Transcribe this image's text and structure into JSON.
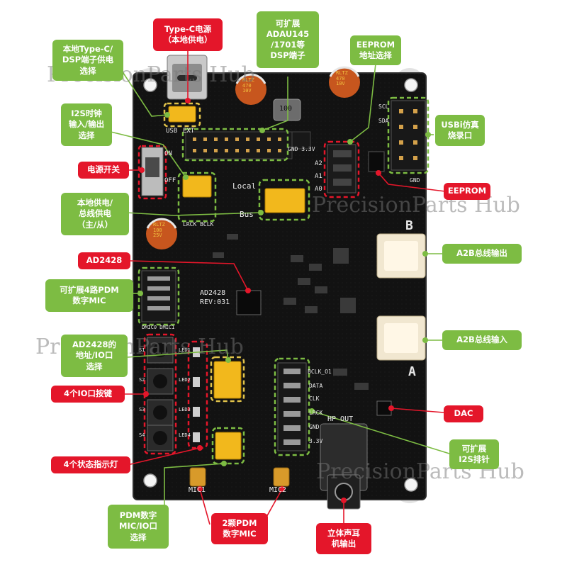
{
  "board": {
    "chip_marking_1": "AD2428",
    "chip_marking_2": "REV:031",
    "cap_text_1": "RLTZ\n470\n10V",
    "cap_text_2": "RLTZ\n470\n10V",
    "cap_text_3": "RLTZ\n100\n25V",
    "inductor_text": "100",
    "silk_usb": "USB",
    "silk_usb2": "EXT",
    "silk_on": "ON",
    "silk_off": "OFF",
    "silk_local": "Local",
    "silk_bus": "Bus",
    "silk_lrck_bclk": "LRCK  BCLK",
    "silk_gnd": "GND",
    "silk_gnd_3v3": "GND 3.3V",
    "silk_scl": "SCL",
    "silk_sda": "SDA",
    "silk_a2": "A2",
    "silk_a1": "A1",
    "silk_a0": "A0",
    "silk_b": "B",
    "silk_a": "A",
    "silk_bclk_o1": "BCLK_O1",
    "silk_data": "DATA",
    "silk_clk": "CLK",
    "silk_lrck": "LRCK",
    "silk_gnd2": "GND",
    "silk_3v3": "3.3V",
    "silk_hp_out": "HP OUT",
    "silk_mic1": "MIC1",
    "silk_mic2": "MIC2",
    "silk_led1": "LED1",
    "silk_led2": "LED2",
    "silk_led3": "LED3",
    "silk_led4": "LED4",
    "silk_s1": "S1",
    "silk_s2": "S2",
    "silk_s3": "S3",
    "silk_s4": "S4",
    "silk_dmic": "DMIC0 DMIC1"
  },
  "labels": {
    "typec_power": "Type-C电源\n（本地供电）",
    "adau_port": "可扩展\nADAU145\n/1701等\nDSP端子",
    "eeprom_addr": "EEPROM\n地址选择",
    "local_typec_dsp": "本地Type-C/\nDSP端子供电\n选择",
    "i2s_clock": "I2S时钟\n输入/输出\n选择",
    "power_switch": "电源开关",
    "local_bus_power": "本地供电/\n总线供电\n（主/从）",
    "usbi": "USBi仿真\n烧录口",
    "eeprom": "EEPROM",
    "ad2428": "AD2428",
    "a2b_out": "A2B总线输出",
    "pdm_mic_4": "可扩展4路PDM\n数字MIC",
    "ad2428_addr": "AD2428的\n地址/IO口\n选择",
    "a2b_in": "A2B总线输入",
    "io_buttons": "4个IO口按键",
    "dac": "DAC",
    "status_leds": "4个状态指示灯",
    "i2s_header": "可扩展\nI2S排针",
    "pdm_io_select": "PDM数字\nMIC/IO口\n选择",
    "pdm_mic_2": "2颗PDM\n数字MIC",
    "headphone_out": "立体声耳\n机输出"
  },
  "watermark": "PrecisionParts Hub",
  "colors": {
    "green": "#7dbc43",
    "red": "#e4162a",
    "pcb": "#141414",
    "jumper": "#f2b81c"
  }
}
